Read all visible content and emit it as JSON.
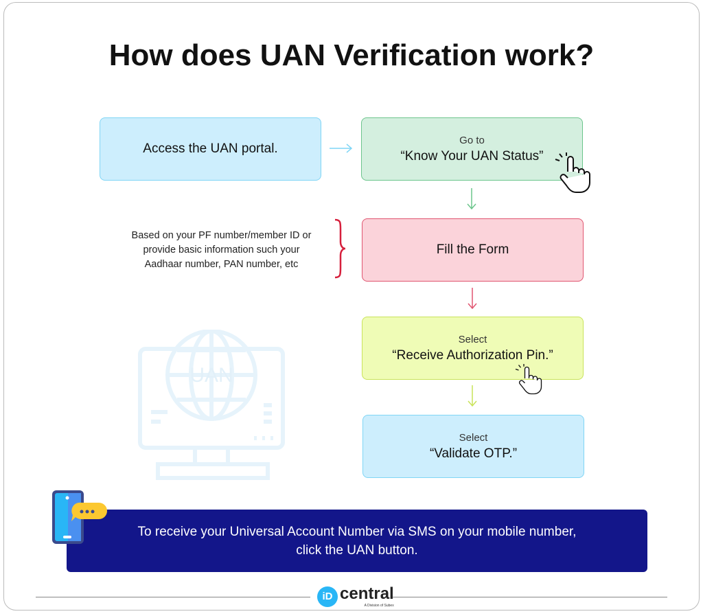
{
  "title": "How does UAN Verification work?",
  "steps": [
    {
      "prefix": "",
      "label": "Access the UAN portal."
    },
    {
      "prefix": "Go to",
      "label": "“Know Your UAN Status”"
    },
    {
      "prefix": "",
      "label": "Fill the Form"
    },
    {
      "prefix": "Select",
      "label": "“Receive Authorization Pin.”"
    },
    {
      "prefix": "Select",
      "label": "“Validate OTP.”"
    }
  ],
  "note": "Based on your PF number/member ID or provide basic information such your Aadhaar number, PAN number, etc",
  "illustration_text": "UAN",
  "banner": {
    "line1": "To receive your Universal Account Number via SMS on your mobile number,",
    "line2": "click the UAN button."
  },
  "logo": {
    "brand": "iDcentral",
    "sub": "A Division of Subex"
  },
  "colors": {
    "blue_box": "#cdeefd",
    "green_box": "#d4efdf",
    "pink_box": "#fbd3da",
    "yellow_box": "#effcb6",
    "banner": "#13168a"
  }
}
